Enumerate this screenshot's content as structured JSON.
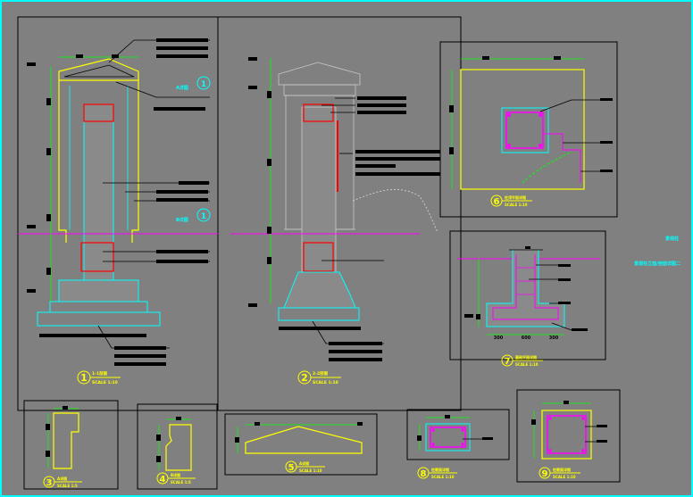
{
  "drawing": {
    "colors": {
      "background": "#808080",
      "frame": "#00ffff",
      "linework": "#000000",
      "outline": "#ffff00",
      "dimension": "#00ff00",
      "section_red": "#ff0000",
      "magenta": "#ff00ff",
      "cyan": "#00ffff",
      "ghost": "#c8c8c8",
      "title_blue": "#00ffff"
    },
    "views": [
      {
        "num": "1",
        "title": "1-1剖面",
        "scale": "SCALE  1:10"
      },
      {
        "num": "2",
        "title": "2-2剖面",
        "scale": "SCALE  1:10"
      },
      {
        "num": "3",
        "title": "A详图",
        "scale": "SCALE  1:5"
      },
      {
        "num": "4",
        "title": "B详图",
        "scale": "SCALE  1:5"
      },
      {
        "num": "5",
        "title": "A详图",
        "scale": "SCALE  1:10"
      },
      {
        "num": "6",
        "title": "柱顶平面详图",
        "scale": "SCALE  1:10"
      },
      {
        "num": "7",
        "title": "基础平面详图",
        "scale": "SCALE  1:10"
      },
      {
        "num": "8",
        "title": "柱截面详图",
        "scale": "SCALE  1:10"
      },
      {
        "num": "9",
        "title": "柱截面详图",
        "scale": "SCALE  1:10"
      }
    ],
    "side_title": {
      "line1": "景观柱",
      "line2": "景观柱立面/剖面详图二"
    },
    "callouts": {
      "detail_ref_1": "A详图",
      "detail_ref_2": "B详图",
      "ref_num": "1"
    },
    "dimensions": {
      "base_left": "300",
      "base_mid": "600",
      "base_right": "300"
    }
  }
}
